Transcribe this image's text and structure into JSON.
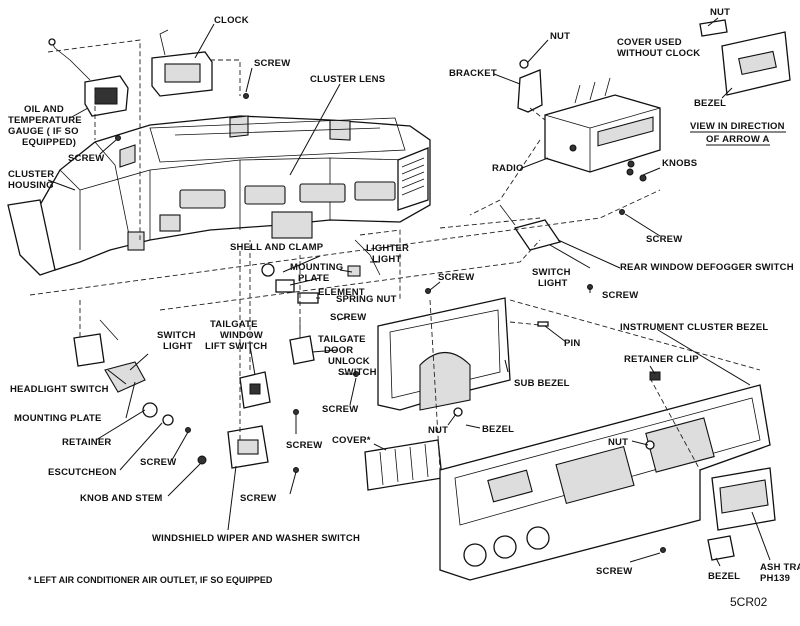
{
  "labels": {
    "clock": "CLOCK",
    "screw": "SCREW",
    "oil_temp_gauge": [
      "OIL AND",
      "TEMPERATURE",
      "GAUGE ( IF SO",
      "EQUIPPED)"
    ],
    "cluster_lens": "CLUSTER LENS",
    "cluster_housing": [
      "CLUSTER",
      "HOUSING"
    ],
    "nut": "NUT",
    "bracket": "BRACKET",
    "cover_used_without_clock": [
      "COVER USED",
      "WITHOUT CLOCK"
    ],
    "bezel": "BEZEL",
    "view_arrow_a": [
      "VIEW IN DIRECTION",
      "OF ARROW A"
    ],
    "radio": "RADIO",
    "knobs": "KNOBS",
    "shell_and_clamp": "SHELL AND CLAMP",
    "mounting_plate_multi": [
      "MOUNTING",
      "PLATE"
    ],
    "element": "ELEMENT",
    "lighter_light": [
      "LIGHTER",
      "LIGHT"
    ],
    "spring_nut": "SPRING NUT",
    "switch_light": [
      "SWITCH",
      "LIGHT"
    ],
    "rear_window_defogger_switch": "REAR WINDOW DEFOGGER SWITCH",
    "pin": "PIN",
    "tailgate_window_lift_switch": [
      "TAILGATE",
      "WINDOW",
      "LIFT SWITCH"
    ],
    "tailgate_door_unlock_switch": [
      "TAILGATE",
      "DOOR",
      "UNLOCK",
      "SWITCH"
    ],
    "headlight_switch": "HEADLIGHT SWITCH",
    "mounting_plate": "MOUNTING PLATE",
    "retainer": "RETAINER",
    "escutcheon": "ESCUTCHEON",
    "knob_and_stem": "KNOB AND STEM",
    "sub_bezel": "SUB BEZEL",
    "instrument_cluster_bezel": "INSTRUMENT CLUSTER BEZEL",
    "retainer_clip": "RETAINER CLIP",
    "cover_star": "COVER*",
    "windshield_wiper_washer_switch": "WINDSHIELD WIPER AND WASHER SWITCH",
    "ash_tray": [
      "ASH TRAY",
      "PH139"
    ],
    "footnote": "* LEFT AIR CONDITIONER AIR OUTLET, IF SO EQUIPPED",
    "figure_code": "5CR02"
  }
}
